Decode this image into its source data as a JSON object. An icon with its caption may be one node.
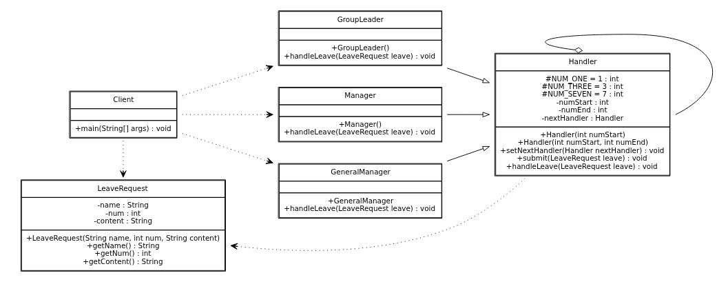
{
  "diagram": {
    "nodes": [
      {
        "text": [
          "Client",
          "+main(String[] args) : void"
        ]
      },
      {
        "text": [
          "GroupLeader",
          "+GroupLeader()",
          "+handleLeave(LeaveRequest leave) : void"
        ]
      },
      {
        "text": [
          "Handler",
          "#NUM_ONE = 1 : int",
          "#NUM_THREE = 3 : int",
          "#NUM_SEVEN = 7 : int",
          "-numStart : int",
          "-numEnd : int",
          "-nextHandler : Handler",
          "+Handler(int numStart)",
          "+Handler(int numStart, int numEnd)",
          "+setNextHandler(Handler nextHandler) : void",
          "+submit(LeaveRequest leave) : void",
          "+handleLeave(LeaveRequest leave) : void"
        ]
      },
      {
        "text": [
          "LeaveRequest",
          "-name : String",
          "-num : int",
          "-content : String",
          "+LeaveRequest(String name, int num, String content)",
          "+getName() : String",
          "+getNum() : int",
          "+getContent() : String"
        ]
      },
      {
        "text": [
          "Manager",
          "+Manager()",
          "+handleLeave(LeaveRequest leave) : void"
        ]
      },
      {
        "text": [
          "GeneralManager",
          "+GeneralManager",
          "+handleLeave(LeaveRequest leave) : void"
        ]
      }
    ],
    "edges": [
      {
        "from": 0,
        "to": 3,
        "arrow": "to",
        "style": "dashed"
      },
      {
        "from": 0,
        "to": 1,
        "arrow": "to",
        "style": "dashed"
      },
      {
        "from": 0,
        "to": 4,
        "arrow": "to",
        "style": "dashed"
      },
      {
        "from": 0,
        "to": 5,
        "arrow": "to",
        "style": "dashed"
      },
      {
        "from": 1,
        "to": 2,
        "arrow": "to"
      },
      {
        "from": 4,
        "to": 2,
        "arrow": "to"
      },
      {
        "from": 5,
        "to": 2,
        "arrow": "to"
      },
      {
        "from": 2,
        "to": 2,
        "arrow": "other"
      },
      {
        "from": 2,
        "to": 3,
        "arrow": "to",
        "style": "dashed"
      }
    ]
  }
}
